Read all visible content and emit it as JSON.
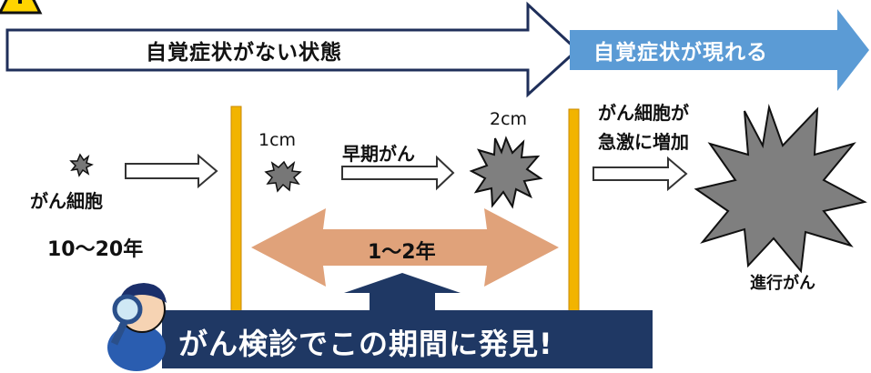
{
  "banner": {
    "no_symptoms": "自覚症状がない状態",
    "symptoms_appear": "自覚症状が現れる"
  },
  "stages": {
    "cell_label": "がん細胞",
    "cell_duration": "10〜20年",
    "size_1cm": "1cm",
    "early_cancer": "早期がん",
    "size_2cm": "2cm",
    "rapid_growth_line1": "がん細胞が",
    "rapid_growth_line2": "急激に増加",
    "advanced_cancer": "進行がん",
    "early_window": "1〜2年"
  },
  "callout": {
    "text": "がん検診でこの期間に発見!"
  },
  "colors": {
    "banner_left_fill": "#ffffff",
    "banner_right_fill": "#5b9bd5",
    "pole": "#f2b400",
    "range_arrow": "#e0a27a",
    "callout_fill": "#1f3864",
    "burst_fill": "#7f7f7f"
  }
}
